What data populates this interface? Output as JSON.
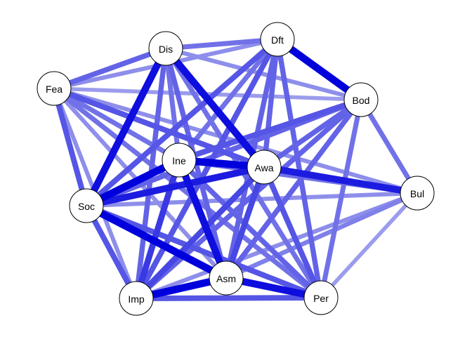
{
  "network": {
    "nodes": [
      {
        "id": "Dis",
        "label": "Dis"
      },
      {
        "id": "Dft",
        "label": "Dft"
      },
      {
        "id": "Fea",
        "label": "Fea"
      },
      {
        "id": "Bod",
        "label": "Bod"
      },
      {
        "id": "Ine",
        "label": "Ine"
      },
      {
        "id": "Awa",
        "label": "Awa"
      },
      {
        "id": "Bul",
        "label": "Bul"
      },
      {
        "id": "Soc",
        "label": "Soc"
      },
      {
        "id": "Asm",
        "label": "Asm"
      },
      {
        "id": "Imp",
        "label": "Imp"
      },
      {
        "id": "Per",
        "label": "Per"
      }
    ],
    "edges": [
      {
        "from": "Dis",
        "to": "Dft",
        "weight": 0.55
      },
      {
        "from": "Dis",
        "to": "Fea",
        "weight": 0.6
      },
      {
        "from": "Dis",
        "to": "Bod",
        "weight": 0.45
      },
      {
        "from": "Dis",
        "to": "Ine",
        "weight": 0.55
      },
      {
        "from": "Dis",
        "to": "Awa",
        "weight": 0.9
      },
      {
        "from": "Dis",
        "to": "Soc",
        "weight": 0.9
      },
      {
        "from": "Dis",
        "to": "Asm",
        "weight": 0.6
      },
      {
        "from": "Dis",
        "to": "Imp",
        "weight": 0.6
      },
      {
        "from": "Dis",
        "to": "Per",
        "weight": 0.55
      },
      {
        "from": "Dft",
        "to": "Fea",
        "weight": 0.45
      },
      {
        "from": "Dft",
        "to": "Bod",
        "weight": 0.95
      },
      {
        "from": "Dft",
        "to": "Ine",
        "weight": 0.55
      },
      {
        "from": "Dft",
        "to": "Awa",
        "weight": 0.6
      },
      {
        "from": "Dft",
        "to": "Soc",
        "weight": 0.65
      },
      {
        "from": "Dft",
        "to": "Asm",
        "weight": 0.6
      },
      {
        "from": "Dft",
        "to": "Imp",
        "weight": 0.65
      },
      {
        "from": "Dft",
        "to": "Per",
        "weight": 0.6
      },
      {
        "from": "Fea",
        "to": "Bod",
        "weight": 0.4
      },
      {
        "from": "Fea",
        "to": "Ine",
        "weight": 0.55
      },
      {
        "from": "Fea",
        "to": "Awa",
        "weight": 0.65
      },
      {
        "from": "Fea",
        "to": "Bul",
        "weight": 0.45
      },
      {
        "from": "Fea",
        "to": "Soc",
        "weight": 0.65
      },
      {
        "from": "Fea",
        "to": "Asm",
        "weight": 0.45
      },
      {
        "from": "Fea",
        "to": "Imp",
        "weight": 0.45
      },
      {
        "from": "Fea",
        "to": "Per",
        "weight": 0.55
      },
      {
        "from": "Bod",
        "to": "Ine",
        "weight": 0.65
      },
      {
        "from": "Bod",
        "to": "Awa",
        "weight": 0.6
      },
      {
        "from": "Bod",
        "to": "Bul",
        "weight": 0.55
      },
      {
        "from": "Bod",
        "to": "Soc",
        "weight": 0.6
      },
      {
        "from": "Bod",
        "to": "Asm",
        "weight": 0.6
      },
      {
        "from": "Bod",
        "to": "Imp",
        "weight": 0.6
      },
      {
        "from": "Bod",
        "to": "Per",
        "weight": 0.55
      },
      {
        "from": "Ine",
        "to": "Awa",
        "weight": 0.95
      },
      {
        "from": "Ine",
        "to": "Bul",
        "weight": 0.55
      },
      {
        "from": "Ine",
        "to": "Soc",
        "weight": 0.95
      },
      {
        "from": "Ine",
        "to": "Asm",
        "weight": 0.9
      },
      {
        "from": "Ine",
        "to": "Imp",
        "weight": 0.75
      },
      {
        "from": "Ine",
        "to": "Per",
        "weight": 0.6
      },
      {
        "from": "Awa",
        "to": "Bul",
        "weight": 0.85
      },
      {
        "from": "Awa",
        "to": "Soc",
        "weight": 0.85
      },
      {
        "from": "Awa",
        "to": "Asm",
        "weight": 0.7
      },
      {
        "from": "Awa",
        "to": "Imp",
        "weight": 0.7
      },
      {
        "from": "Awa",
        "to": "Per",
        "weight": 0.65
      },
      {
        "from": "Bul",
        "to": "Soc",
        "weight": 0.45
      },
      {
        "from": "Bul",
        "to": "Asm",
        "weight": 0.5
      },
      {
        "from": "Bul",
        "to": "Imp",
        "weight": 0.45
      },
      {
        "from": "Bul",
        "to": "Per",
        "weight": 0.4
      },
      {
        "from": "Soc",
        "to": "Asm",
        "weight": 0.95
      },
      {
        "from": "Soc",
        "to": "Imp",
        "weight": 0.65
      },
      {
        "from": "Soc",
        "to": "Per",
        "weight": 0.65
      },
      {
        "from": "Asm",
        "to": "Imp",
        "weight": 0.95
      },
      {
        "from": "Asm",
        "to": "Per",
        "weight": 0.9
      },
      {
        "from": "Imp",
        "to": "Per",
        "weight": 0.65
      }
    ]
  },
  "colors": {
    "edge_strong": "#0000dd",
    "edge_weak": "#aaaaee",
    "node_fill": "#ffffff",
    "node_stroke": "#000000",
    "background": "#ffffff"
  }
}
